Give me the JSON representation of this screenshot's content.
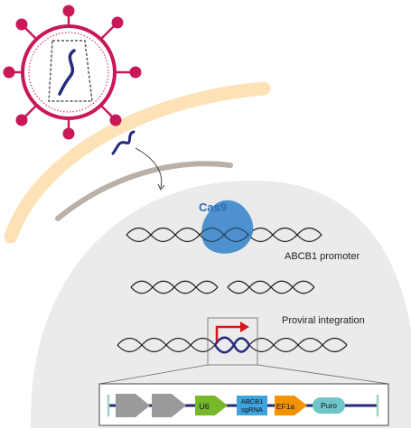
{
  "labels": {
    "cas9": "Cas9",
    "promoter": "ABCB1 promoter",
    "proviral": "Proviral integration"
  },
  "construct": {
    "u6": "U6",
    "sgrna_line1": "ABCB1",
    "sgrna_line2": "sgRNA",
    "ef1a": "EF1a",
    "puro": "Puro"
  },
  "colors": {
    "virus": "#c8185a",
    "membrane": "#fde2b8",
    "nucleus_fill": "#ebebeb",
    "nucleus_edge": "#b9b0a7",
    "dna": "#1a1a1a",
    "vector_dna": "#232a7a",
    "cas9": "#3d87cc",
    "cas9_label": "#2e6db5",
    "promoter_arrow": "#d7141a",
    "ltr": "#9a9a9a",
    "u6": "#76b82a",
    "sgrna": "#3fa3dc",
    "ef1a": "#f39200",
    "puro": "#6ec6c9",
    "construct_ends": "#9fd2c1"
  }
}
